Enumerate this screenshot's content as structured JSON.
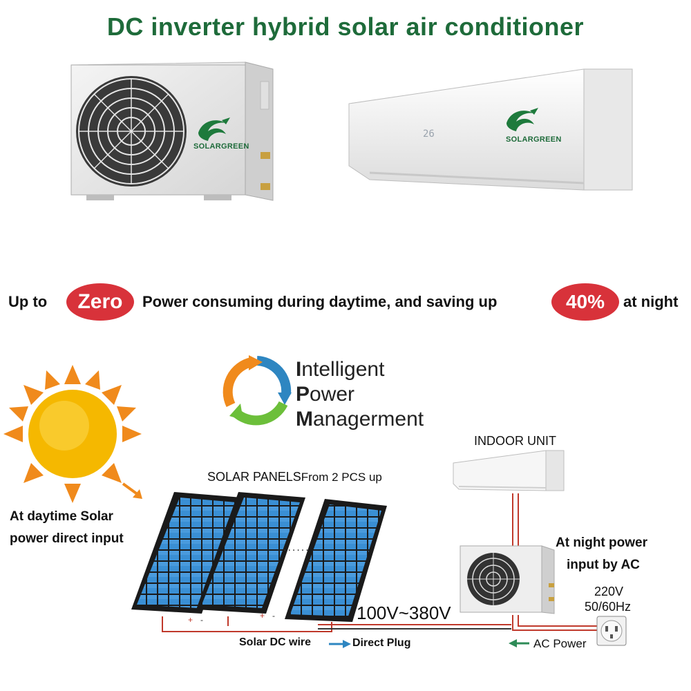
{
  "title": "DC inverter hybrid solar air conditioner",
  "brand": "SOLARGREEN",
  "indoor_display": "26",
  "slogan": {
    "prefix": "Up to",
    "badge_zero": "Zero",
    "middle": "Power consuming during daytime, and saving up",
    "badge_percent": "40%",
    "suffix": "at night"
  },
  "ipm": {
    "line1_initial": "I",
    "line1_rest": "ntelligent",
    "line2_initial": "P",
    "line2_rest": "ower",
    "line3_initial": "M",
    "line3_rest": "anagerment"
  },
  "diagram": {
    "solar_panels_label": "SOLAR PANELS",
    "solar_panels_qty": "From 2 PCS up",
    "daytime_line1": "At daytime Solar",
    "daytime_line2": "power direct input",
    "indoor_unit_label": "INDOOR UNIT",
    "night_line1": "At night power",
    "night_line2": "input by AC",
    "voltage_ac": "220V",
    "frequency": "50/60Hz",
    "voltage_dc": "100V~380V",
    "dc_wire_label": "Solar DC wire",
    "direct_plug_label": "Direct Plug",
    "ac_power_label": "AC Power",
    "terminal_pos": "+",
    "terminal_neg": "-",
    "dots": "......"
  },
  "colors": {
    "title_green": "#1e6b3a",
    "badge_red": "#d8323a",
    "sun_yellow": "#f5b800",
    "sun_ray_orange": "#f08a1c",
    "panel_blue": "#2f7fc1",
    "wire_red": "#c0392b",
    "arrow_blue": "#2e86c1",
    "arrow_green": "#2e8b57"
  }
}
